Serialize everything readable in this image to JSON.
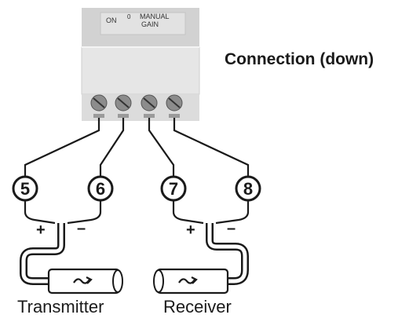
{
  "device": {
    "switch_on": "ON",
    "switch_zero": "0",
    "switch_manual_line1": "MANUAL",
    "switch_manual_line2": "GAIN"
  },
  "title": "Connection (down)",
  "terminals": [
    "5",
    "6",
    "7",
    "8"
  ],
  "polarity": {
    "plus": "+",
    "minus": "–"
  },
  "devices": {
    "transmitter": "Transmitter",
    "receiver": "Receiver"
  },
  "colors": {
    "housing": "#e6e6e6",
    "housing_top": "#d2d2d2",
    "terminal": "#8c8c8c",
    "line": "#1a1a1a"
  }
}
